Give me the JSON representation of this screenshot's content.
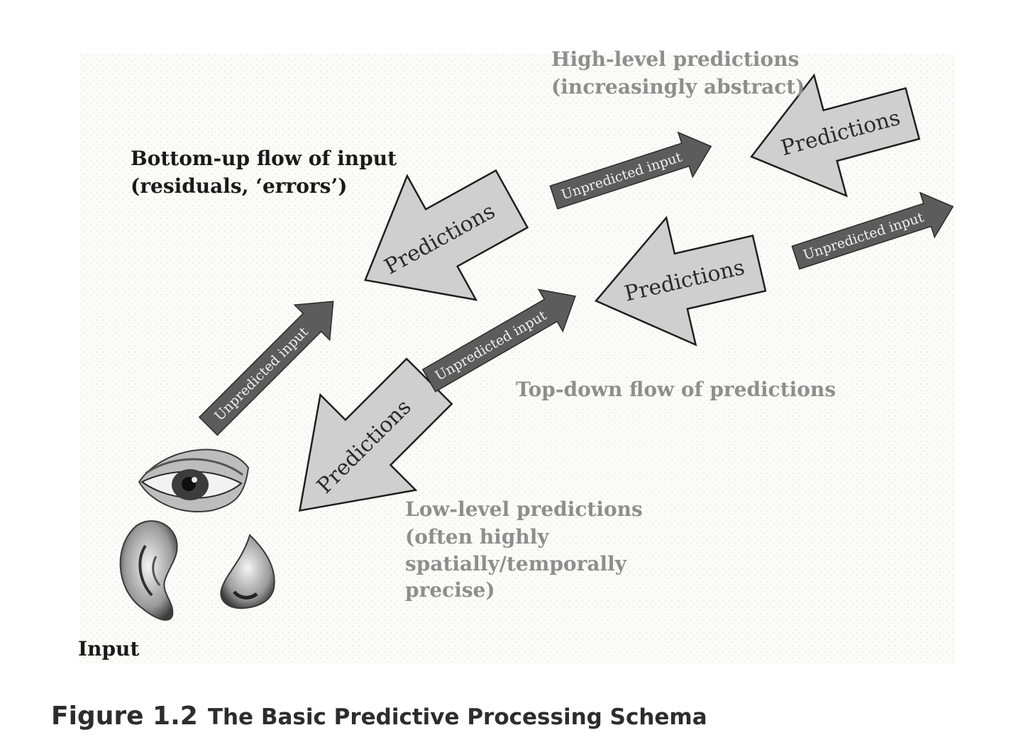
{
  "labels": {
    "high_level_1": "High-level predictions",
    "high_level_2": "(increasingly abstract)",
    "bottom_up_1": "Bottom-up flow of input",
    "bottom_up_2": "(residuals, ‘errors’)",
    "top_down": "Top-down flow of predictions",
    "low_level_1": "Low-level predictions",
    "low_level_2": "(often highly",
    "low_level_3": "spatially/temporally",
    "low_level_4": "precise)",
    "input": "Input"
  },
  "arrows": {
    "predictions": "Predictions",
    "unpredicted": "Unpredicted input"
  },
  "caption": {
    "number": "Figure 1.2",
    "title": "The Basic Predictive Processing Schema"
  },
  "colors": {
    "prediction_arrow": "#cfcfcf",
    "unpredicted_arrow": "#5c5c5c",
    "label_grey": "#8e8e8e",
    "label_dark": "#1a1a1a"
  }
}
